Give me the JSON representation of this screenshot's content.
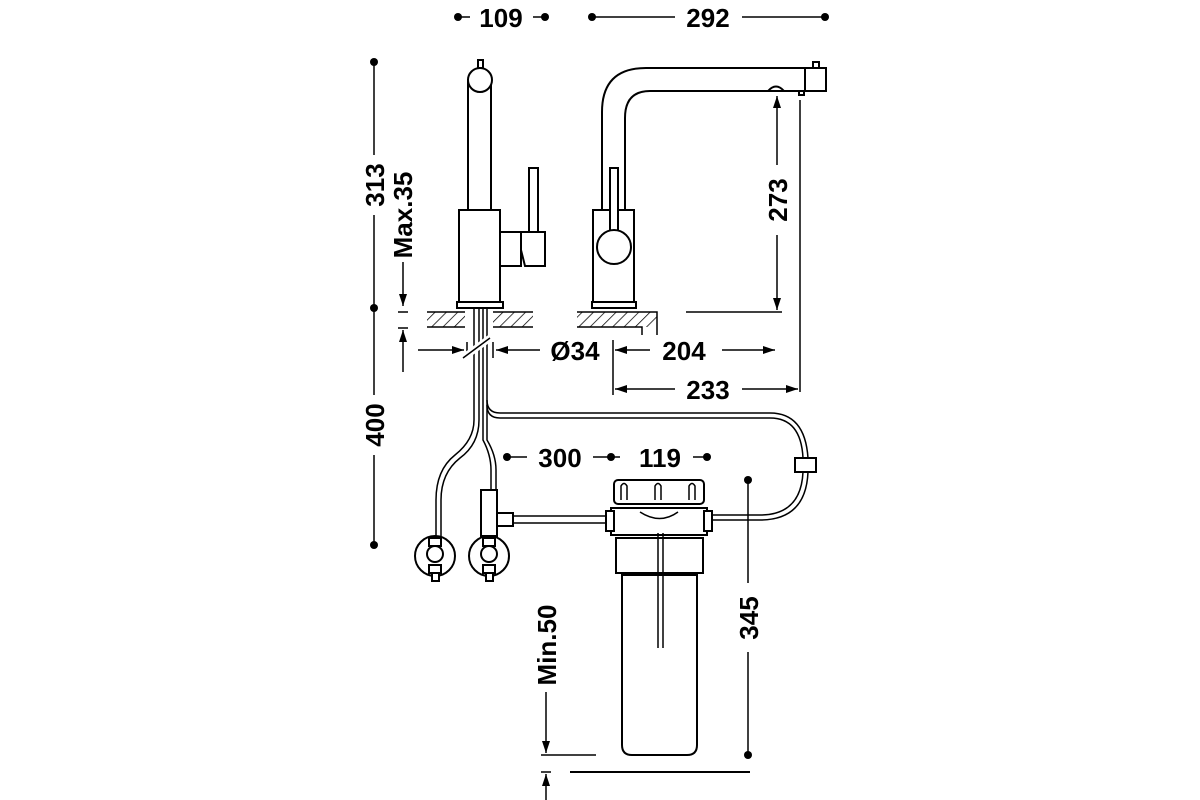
{
  "title": "Kitchen faucet with under-sink water filter - dimensional drawing",
  "dimensions": {
    "spout_body_width": "109",
    "total_reach": "292",
    "height_total": "313",
    "counter_thickness_max": "Max.35",
    "hose_length": "400",
    "hole_diameter": "Ø34",
    "reach_to_aerator": "204",
    "reach_to_end": "233",
    "spout_clearance": "273",
    "hose_to_filter": "300",
    "filter_width": "119",
    "filter_height": "345",
    "floor_clearance_min": "Min.50"
  },
  "colors": {
    "line": "#000000",
    "background": "#ffffff"
  }
}
